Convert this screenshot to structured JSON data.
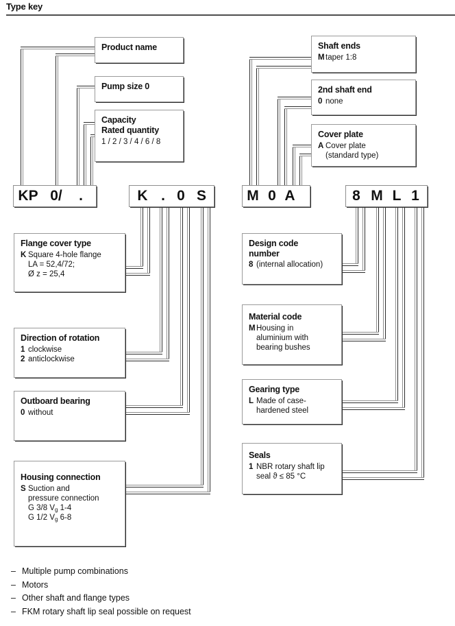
{
  "header": {
    "title": "Type key"
  },
  "code_bars": [
    {
      "name": "kp-code",
      "chars": [
        "KP",
        "0/",
        "."
      ]
    },
    {
      "name": "kos-code",
      "chars": [
        "K",
        ".",
        "0",
        "S"
      ]
    },
    {
      "name": "moa-code",
      "chars": [
        "M",
        "0",
        "A"
      ]
    },
    {
      "name": "8ml1-code",
      "chars": [
        "8",
        "M",
        "L",
        "1"
      ]
    }
  ],
  "boxes": {
    "product_name": {
      "title": "Product name",
      "rows": []
    },
    "pump_size": {
      "title": "Pump size 0",
      "rows": []
    },
    "capacity": {
      "title1": "Capacity",
      "title2": "Rated quantity",
      "plain": "1 / 2 / 3 / 4 / 6 / 8"
    },
    "shaft_ends": {
      "title": "Shaft ends",
      "rows": [
        {
          "k": "M",
          "v": "taper 1:8"
        }
      ]
    },
    "second_shaft": {
      "title": "2nd shaft end",
      "rows": [
        {
          "k": "0",
          "v": "none"
        }
      ]
    },
    "cover_plate": {
      "title": "Cover plate",
      "rows": [
        {
          "k": "A",
          "v": "Cover plate"
        },
        {
          "k": "A",
          "v": "(standard type)",
          "cont": true
        }
      ]
    },
    "flange_cover": {
      "title": "Flange cover type",
      "rows": [
        {
          "k": "K",
          "v": "Square 4-hole flange"
        },
        {
          "k": "K",
          "v": "LA = 52,4/72;",
          "cont": true
        },
        {
          "k": "K",
          "v": "Ø z = 25,4",
          "cont": true
        }
      ]
    },
    "direction": {
      "title": "Direction of rotation",
      "rows": [
        {
          "k": "1",
          "v": "clockwise"
        },
        {
          "k": "2",
          "v": "anticlockwise"
        }
      ]
    },
    "outboard": {
      "title": "Outboard bearing",
      "rows": [
        {
          "k": "0",
          "v": "without"
        }
      ]
    },
    "housing": {
      "title": "Housing connection",
      "rows": [
        {
          "k": "S",
          "v": "Suction and"
        },
        {
          "k": "S",
          "v": "pressure connection",
          "cont": true
        }
      ],
      "line3_pre": "G 3/8 V",
      "line3_sub": "g",
      "line3_post": " 1-4",
      "line4_pre": "G 1/2 V",
      "line4_sub": "g",
      "line4_post": " 6-8"
    },
    "design_code": {
      "title1": "Design code",
      "title2": "number",
      "rows": [
        {
          "k": "8",
          "v": "(internal allocation)"
        }
      ]
    },
    "material_code": {
      "title": "Material code",
      "rows": [
        {
          "k": "M",
          "v": "Housing in"
        },
        {
          "k": "M",
          "v": "aluminium with",
          "cont": true
        },
        {
          "k": "M",
          "v": "bearing bushes",
          "cont": true
        }
      ]
    },
    "gearing": {
      "title": "Gearing type",
      "rows": [
        {
          "k": "L",
          "v": "Made of case-"
        },
        {
          "k": "L",
          "v": "hardened steel",
          "cont": true
        }
      ]
    },
    "seals": {
      "title": "Seals",
      "rows": [
        {
          "k": "1",
          "v": "NBR rotary shaft lip"
        },
        {
          "k": "1",
          "v": "seal ϑ ≤  85 °C",
          "cont": true
        }
      ]
    }
  },
  "notes": {
    "dash": "–",
    "items": [
      "Multiple pump combinations",
      "Motors",
      "Other shaft and flange types",
      "FKM rotary shaft lip seal possible on request"
    ]
  },
  "colors": {
    "rule": "#4d4d4d",
    "box_border": "#9a9a9a",
    "box_shadow": "#2b2b2b",
    "text": "#111111"
  }
}
